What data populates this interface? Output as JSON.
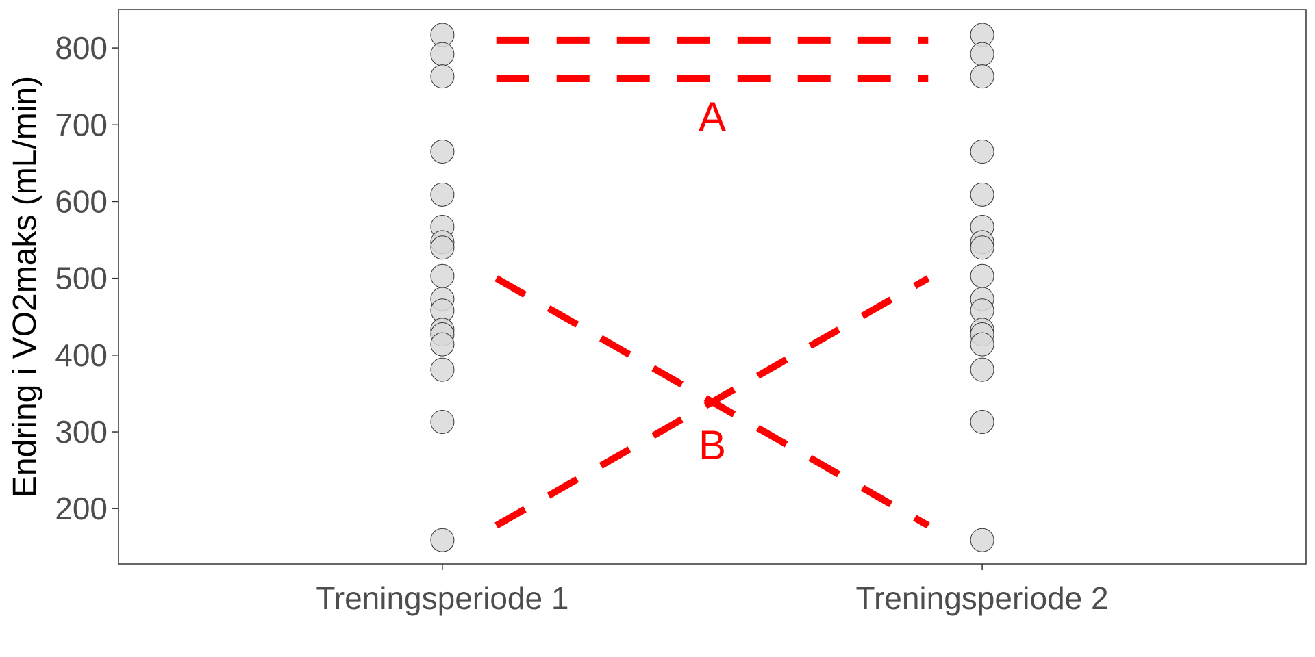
{
  "chart_data": {
    "type": "scatter",
    "title": "",
    "xlabel": "",
    "ylabel": "Endring i VO2maks (mL/min)",
    "categories": [
      "Treningsperiode 1",
      "Treningsperiode 2"
    ],
    "ylim": [
      128,
      850
    ],
    "y_ticks": [
      200,
      300,
      400,
      500,
      600,
      700,
      800
    ],
    "grid": false,
    "series": [
      {
        "category": "Treningsperiode 1",
        "values": [
          817,
          792,
          763,
          665,
          609,
          567,
          547,
          540,
          503,
          473,
          458,
          433,
          427,
          414,
          381,
          313,
          159
        ]
      },
      {
        "category": "Treningsperiode 2",
        "values": [
          817,
          792,
          763,
          665,
          609,
          567,
          547,
          540,
          503,
          473,
          458,
          433,
          427,
          414,
          381,
          313,
          159
        ]
      }
    ],
    "lines": [
      {
        "x": [
          1.1,
          1.9
        ],
        "y": [
          810,
          810
        ],
        "style": "dashed"
      },
      {
        "x": [
          1.1,
          1.9
        ],
        "y": [
          760,
          760
        ],
        "style": "dashed"
      },
      {
        "x": [
          1.1,
          1.9
        ],
        "y": [
          500,
          178
        ],
        "style": "dashed"
      },
      {
        "x": [
          1.1,
          1.9
        ],
        "y": [
          178,
          500
        ],
        "style": "dashed"
      }
    ],
    "annotations": [
      {
        "text": "A",
        "x": 1.5,
        "y": 712
      },
      {
        "text": "B",
        "x": 1.5,
        "y": 284
      }
    ],
    "colors": {
      "point_fill": "#d9d9d9",
      "point_stroke": "#333333",
      "annotation": "#ff0000",
      "axis": "#333333",
      "tick_text": "#4d4d4d"
    }
  }
}
